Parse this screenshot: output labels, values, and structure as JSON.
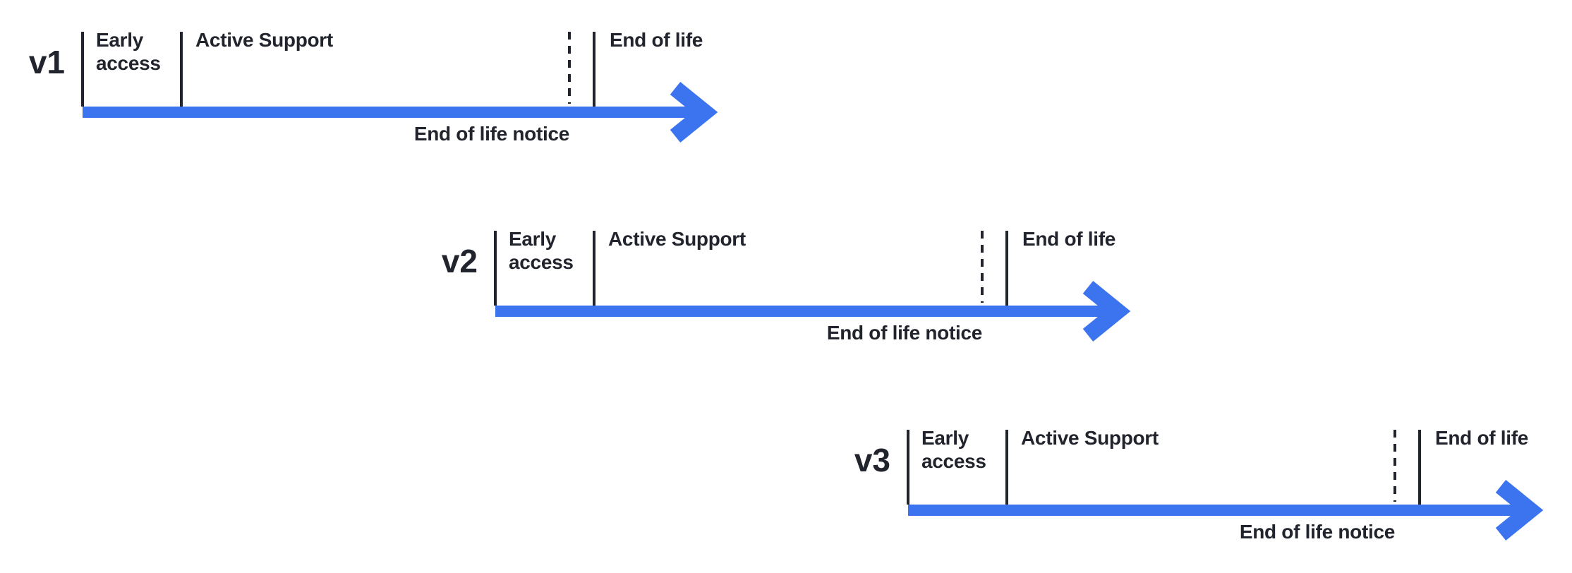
{
  "colors": {
    "arrow_blue": "#3C74F0",
    "ink": "#21242D",
    "background": "#FFFFFF"
  },
  "timelines": [
    {
      "version": "v1",
      "early_access_label": "Early\naccess",
      "active_support_label": "Active Support",
      "end_of_life_label": "End of life",
      "end_of_life_notice_label": "End of life notice"
    },
    {
      "version": "v2",
      "early_access_label": "Early\naccess",
      "active_support_label": "Active Support",
      "end_of_life_label": "End of life",
      "end_of_life_notice_label": "End of life notice"
    },
    {
      "version": "v3",
      "early_access_label": "Early\naccess",
      "active_support_label": "Active Support",
      "end_of_life_label": "End of life",
      "end_of_life_notice_label": "End of life notice"
    }
  ]
}
